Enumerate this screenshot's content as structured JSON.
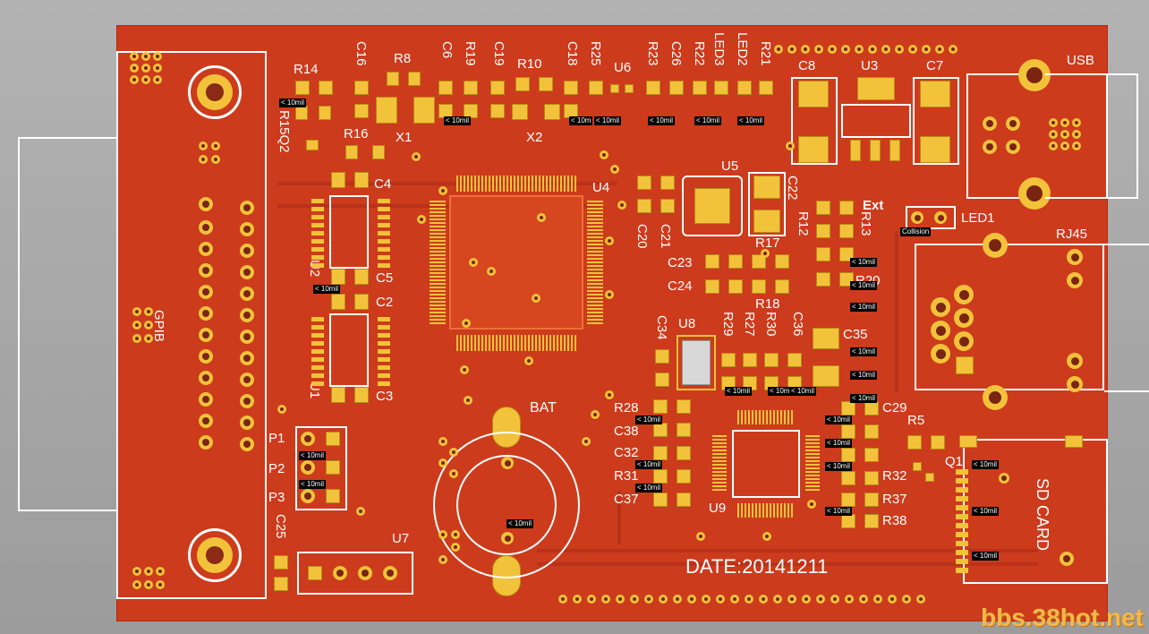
{
  "labels": {
    "usb": "USB",
    "rj45": "RJ45",
    "led1": "LED1",
    "collision": "Collision",
    "ext": "Ext",
    "bat": "BAT",
    "sd_card": "SD CARD",
    "gpib": "GPIB",
    "x1": "X1",
    "x2": "X2",
    "u1": "U1",
    "u2": "U2",
    "u3": "U3",
    "u4": "U4",
    "u5": "U5",
    "u6": "U6",
    "u7": "U7",
    "u8": "U8",
    "u9": "U9",
    "r14": "R14",
    "r8": "R8",
    "r10": "R10",
    "r16": "R16",
    "r15q2": "R15Q2",
    "c16": "C16",
    "c6": "C6",
    "r19": "R19",
    "c19": "C19",
    "c18": "C18",
    "r25": "R25",
    "r23": "R23",
    "c26": "C26",
    "r22": "R22",
    "led3": "LED3",
    "led2": "LED2",
    "r21": "R21",
    "c8": "C8",
    "c7": "C7",
    "c4": "C4",
    "c5": "C5",
    "c2": "C2",
    "c3": "C3",
    "c20": "C20",
    "c21": "C21",
    "c22": "C22",
    "r12": "R12",
    "r13": "R13",
    "r17": "R17",
    "c23": "C23",
    "c24": "C24",
    "r18": "R18",
    "r20": "R20",
    "c34": "C34",
    "r29": "R29",
    "r27": "R27",
    "r30": "R30",
    "c36": "C36",
    "c35": "C35",
    "r28": "R28",
    "c38": "C38",
    "c32": "C32",
    "r31": "R31",
    "c37": "C37",
    "c29": "C29",
    "r5": "R5",
    "q1": "Q1",
    "r32": "R32",
    "r37": "R37",
    "r38": "R38",
    "c25": "C25",
    "p1": "P1",
    "p2": "P2",
    "p3": "P3"
  },
  "date_text": "DATE:20141211",
  "drc_tag": "< 10mil",
  "drc_tag_short": "< 10m",
  "watermark": "bbs.38hot.net",
  "colors": {
    "board": "#cc3b1c",
    "copper": "#f2c23a",
    "silkscreen": "#ffffff",
    "background": "#a6a6a6"
  }
}
